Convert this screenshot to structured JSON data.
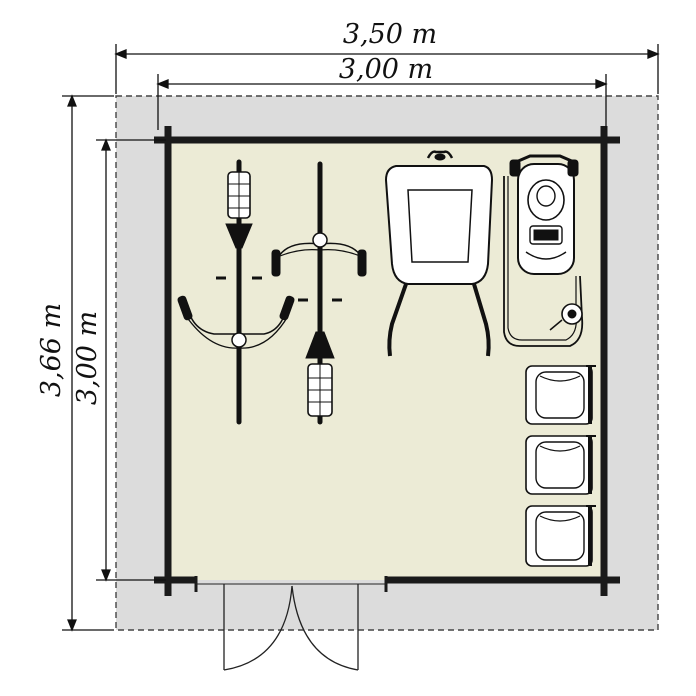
{
  "dimensions": {
    "outer_width": "3,50 m",
    "inner_width": "3,00 m",
    "outer_depth": "3,66 m",
    "inner_depth": "3,00 m"
  },
  "colors": {
    "floor": "#ecebd6",
    "roof_overhang": "#dcdcdc",
    "wall": "#1a1a1a",
    "line": "#111111"
  },
  "objects": [
    "bicycle",
    "bicycle",
    "wheelbarrow",
    "lawn-mower",
    "chair",
    "chair",
    "chair",
    "double-door"
  ]
}
